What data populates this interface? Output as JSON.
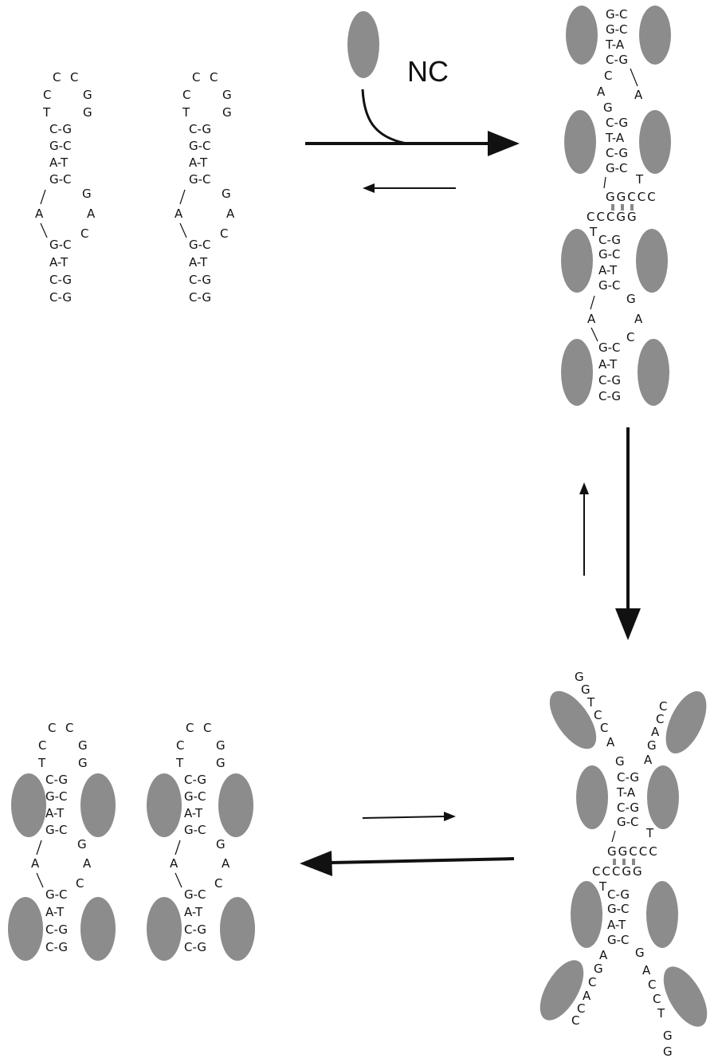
{
  "label_nc": "NC",
  "colors": {
    "protein": "#8c8c8c",
    "ink": "#111111",
    "background": "#ffffff"
  },
  "panels": {
    "hairpin_a": {
      "loop_top": [
        "C",
        "C"
      ],
      "loop_side": [
        [
          "C",
          "G"
        ],
        [
          "T",
          "G"
        ]
      ],
      "stem_upper": [
        "C-G",
        "G-C",
        "A-T"
      ],
      "bulge_pair": [
        "G-C",
        "G"
      ],
      "internal_loop": [
        "A",
        "A"
      ],
      "stem_lower_first": [
        "G-C",
        "C"
      ],
      "stem_lower": [
        "A-T",
        "C-G",
        "C-G"
      ]
    },
    "hairpin_b": {
      "loop_top": [
        "C",
        "C"
      ],
      "loop_side": [
        [
          "C",
          "G"
        ],
        [
          "T",
          "G"
        ]
      ],
      "stem_upper": [
        "C-G",
        "G-C",
        "A-T"
      ],
      "bulge_pair": [
        "G-C",
        "G"
      ],
      "internal_loop": [
        "A",
        "A"
      ],
      "stem_lower_first": [
        "G-C",
        "C"
      ],
      "stem_lower": [
        "A-T",
        "C-G",
        "C-G"
      ]
    },
    "extended_duplex": {
      "top_stem": [
        "G-C",
        "G-C",
        "T-A",
        "C-G"
      ],
      "top_loop": [
        "C",
        "A",
        "A"
      ],
      "mid_stem_first": "G",
      "mid_stem": [
        "C-G",
        "T-A",
        "C-G",
        "G-C"
      ],
      "mid_stem_last_suffix": "T",
      "kissing_top": "GGCCC",
      "kissing_bottom": "CCCGG",
      "kiss_prefix": "T",
      "lower_stem": [
        "C-G",
        "G-C",
        "A-T",
        "G-C"
      ],
      "lower_stem_suffix": "G",
      "internal_loop": [
        "A",
        "A"
      ],
      "bottom_first": [
        "G-C",
        "C"
      ],
      "bottom_stem": [
        "A-T",
        "C-G",
        "C-G"
      ]
    },
    "kissing_complex": {
      "arm_top_left": [
        "G",
        "G",
        "T",
        "C",
        "C",
        "A"
      ],
      "arm_top_right": [
        "C",
        "C",
        "A",
        "G",
        "A"
      ],
      "mid_stem_first": "G",
      "mid_stem": [
        "C-G",
        "T-A",
        "C-G",
        "G-C"
      ],
      "mid_stem_last_suffix": "T",
      "kissing_top": "GGCCC",
      "kissing_bottom": "CCCGG",
      "kiss_prefix": "T",
      "lower_stem": [
        "C-G",
        "G-C",
        "A-T",
        "G-C"
      ],
      "lower_stem_suffix": "G",
      "arm_bottom_left": [
        "A",
        "G",
        "C",
        "A",
        "C",
        "C"
      ],
      "arm_bottom_right": [
        "A",
        "C",
        "C",
        "T",
        "G",
        "G"
      ]
    },
    "hairpin_c": {
      "loop_top": [
        "C",
        "C"
      ],
      "loop_side": [
        [
          "C",
          "G"
        ],
        [
          "T",
          "G"
        ]
      ],
      "stem_upper": [
        "C-G",
        "G-C",
        "A-T"
      ],
      "bulge_pair": [
        "G-C",
        "G"
      ],
      "internal_loop": [
        "A",
        "A"
      ],
      "stem_lower_first": [
        "G-C",
        "C"
      ],
      "stem_lower": [
        "A-T",
        "C-G",
        "C-G"
      ]
    },
    "hairpin_d": {
      "loop_top": [
        "C",
        "C"
      ],
      "loop_side": [
        [
          "C",
          "G"
        ],
        [
          "T",
          "G"
        ]
      ],
      "stem_upper": [
        "C-G",
        "G-C",
        "A-T"
      ],
      "bulge_pair": [
        "G-C",
        "G"
      ],
      "internal_loop": [
        "A",
        "A"
      ],
      "stem_lower_first": [
        "G-C",
        "C"
      ],
      "stem_lower": [
        "A-T",
        "C-G",
        "C-G"
      ]
    }
  }
}
